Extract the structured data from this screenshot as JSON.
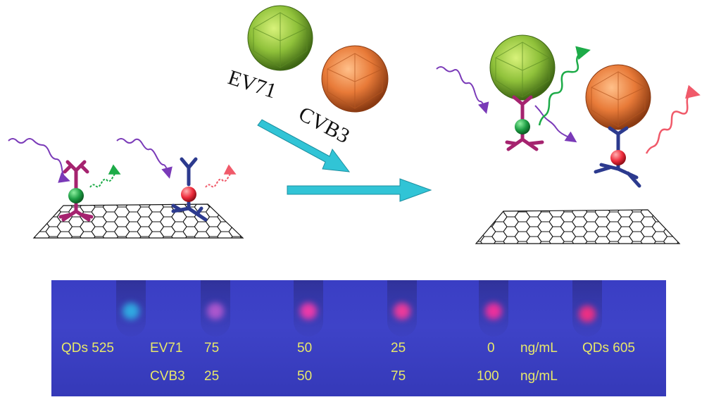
{
  "scheme": {
    "virus_left_label": "EV71",
    "virus_right_label": "CVB3"
  },
  "photo": {
    "row1": {
      "qd_left": "QDs 525",
      "name": "EV71",
      "values": [
        "75",
        "50",
        "25",
        "0"
      ],
      "unit": "ng/mL",
      "qd_right": "QDs 605"
    },
    "row2": {
      "name": "CVB3",
      "values": [
        "25",
        "50",
        "75",
        "100"
      ],
      "unit": "ng/mL"
    },
    "spot_colors": [
      "#2fb4e6",
      "#b85ad0",
      "#ff3aa8",
      "#ff3a98",
      "#ff2f9a",
      "#ff2f7e"
    ]
  },
  "colors": {
    "green_virus": "#8fc13a",
    "orange_virus": "#e87a38",
    "arrow": "#31c4d6",
    "antibody_magenta": "#a5236f",
    "antibody_navy": "#2c3a8e",
    "light_purple": "#7a3ab8",
    "emission_green": "#1dab48",
    "emission_red": "#f05a6a"
  }
}
